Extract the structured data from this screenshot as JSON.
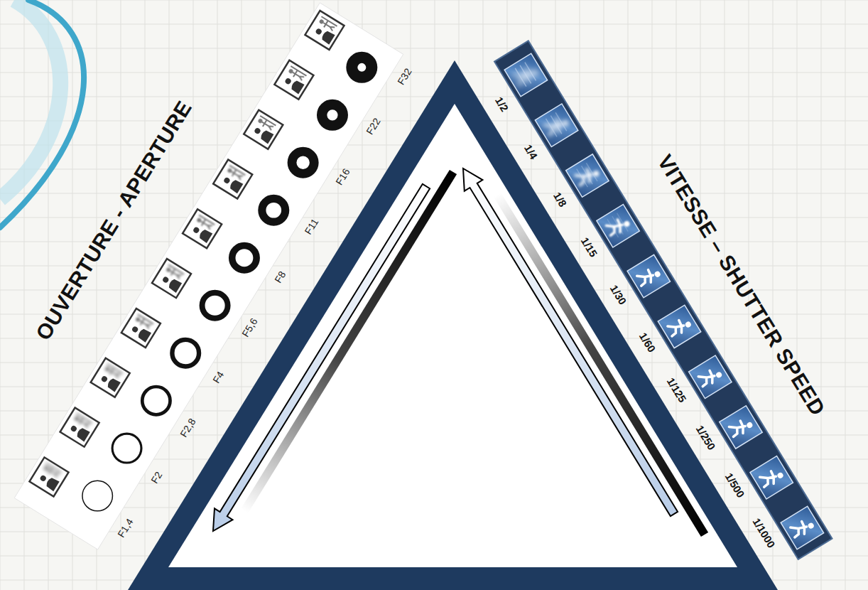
{
  "diagram": {
    "labels": [
      "OUVERTURE - APERTURE",
      "F1,4",
      "F2",
      "F2,8",
      "F4",
      "F5,6",
      "F8",
      "F11",
      "F16",
      "F22",
      "F32",
      "1/2",
      "1/4",
      "1/8",
      "1/15",
      "1/30",
      "1/60",
      "1/125",
      "1/250",
      "1/500",
      "1/1000",
      "VITESSE – SHUTTER SPEED"
    ]
  }
}
